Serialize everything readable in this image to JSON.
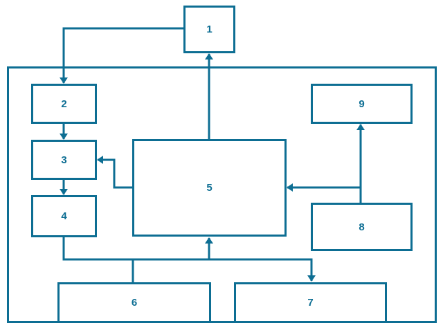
{
  "diagram": {
    "background_color": "#ffffff",
    "stroke_color": "#0d6e93",
    "label_color": "#0d6e93",
    "boxes": [
      {
        "id": "1",
        "label": "1"
      },
      {
        "id": "2",
        "label": "2"
      },
      {
        "id": "3",
        "label": "3"
      },
      {
        "id": "4",
        "label": "4"
      },
      {
        "id": "5",
        "label": "5"
      },
      {
        "id": "6",
        "label": "6"
      },
      {
        "id": "7",
        "label": "7"
      },
      {
        "id": "8",
        "label": "8"
      },
      {
        "id": "9",
        "label": "9"
      }
    ],
    "edges": [
      {
        "from": "1",
        "to": "2",
        "arrow": true
      },
      {
        "from": "2",
        "to": "3",
        "arrow": true
      },
      {
        "from": "3",
        "to": "4",
        "arrow": true
      },
      {
        "from": "5",
        "to": "3",
        "arrow": true
      },
      {
        "from": "5",
        "to": "1",
        "arrow": true
      },
      {
        "from": "8",
        "to": "9",
        "arrow": true
      },
      {
        "from": "8",
        "to": "5",
        "arrow": true
      },
      {
        "from": "4",
        "to": "5",
        "arrow": true
      },
      {
        "from": "4",
        "to": "7",
        "arrow": true
      },
      {
        "from": "6",
        "to": "bus-4-5-7",
        "arrow": false
      }
    ]
  }
}
